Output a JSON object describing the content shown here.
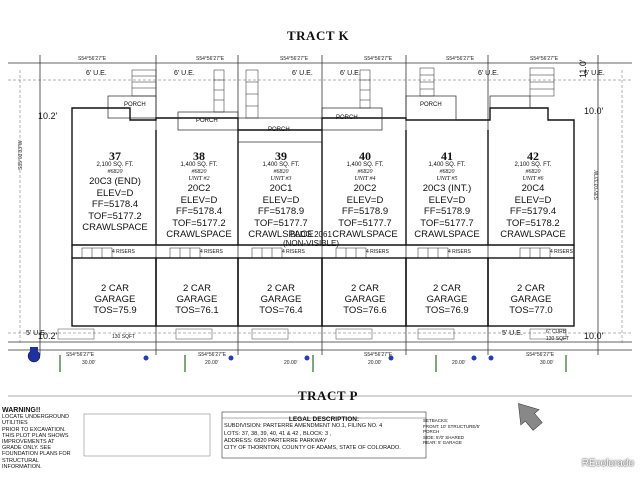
{
  "tract_top": "TRACT K",
  "tract_bottom": "TRACT P",
  "bearing_top": "S54°56'27\"E",
  "bearing_bottom": "S54°56'27\"E",
  "side_bearing": "S35°03'33\"W",
  "dim_30": "30.00'",
  "dim_20": "20.00'",
  "ue_label": "6' U.E.",
  "ue5_label": "5' U.E.",
  "porch_label": "PORCH",
  "risers_label": "4 RISERS",
  "setback_left_top": "10.2'",
  "setback_left_bottom": "10.2'",
  "setback_right_top": "10.0'",
  "setback_right_mid": "11.0'",
  "setback_right_bottom": "10.0'",
  "curb_label": "6\" CURB",
  "soft_label": "130 SQFT",
  "building": [
    "BLDG 2061",
    "(NON-VISIBLE)"
  ],
  "lots": [
    {
      "num": "37",
      "sqft": "2,100 SQ. FT.",
      "addr": "#6820",
      "unit": "",
      "model": "20C3 (END)",
      "elev": "ELEV=D",
      "ff": "FF=5178.4",
      "tof": "TOF=5177.2",
      "found": "CRAWLSPACE",
      "garage": "2 CAR",
      "garage2": "GARAGE",
      "tos": "TOS=75.9"
    },
    {
      "num": "38",
      "sqft": "1,400 SQ. FT.",
      "addr": "#6820",
      "unit": "UNIT #2",
      "model": "20C2",
      "elev": "ELEV=D",
      "ff": "FF=5178.4",
      "tof": "TOF=5177.2",
      "found": "CRAWLSPACE",
      "garage": "2 CAR",
      "garage2": "GARAGE",
      "tos": "TOS=76.1"
    },
    {
      "num": "39",
      "sqft": "1,400 SQ. FT.",
      "addr": "#6820",
      "unit": "UNIT #3",
      "model": "20C1",
      "elev": "ELEV=D",
      "ff": "FF=5178.9",
      "tof": "TOF=5177.7",
      "found": "CRAWLSPACE",
      "garage": "2 CAR",
      "garage2": "GARAGE",
      "tos": "TOS=76.4"
    },
    {
      "num": "40",
      "sqft": "1,400 SQ. FT.",
      "addr": "#6820",
      "unit": "UNIT #4",
      "model": "20C2",
      "elev": "ELEV=D",
      "ff": "FF=5178.9",
      "tof": "TOF=5177.7",
      "found": "CRAWLSPACE",
      "garage": "2 CAR",
      "garage2": "GARAGE",
      "tos": "TOS=76.6"
    },
    {
      "num": "41",
      "sqft": "1,400 SQ. FT.",
      "addr": "#6820",
      "unit": "UNIT #5",
      "model": "20C3 (INT.)",
      "elev": "ELEV=D",
      "ff": "FF=5178.9",
      "tof": "TOF=5177.7",
      "found": "CRAWLSPACE",
      "garage": "2 CAR",
      "garage2": "GARAGE",
      "tos": "TOS=76.9"
    },
    {
      "num": "42",
      "sqft": "2,100 SQ. FT.",
      "addr": "#6820",
      "unit": "UNIT #6",
      "model": "20C4",
      "elev": "ELEV=D",
      "ff": "FF=5179.4",
      "tof": "TOF=5178.2",
      "found": "CRAWLSPACE",
      "garage": "2 CAR",
      "garage2": "GARAGE",
      "tos": "TOS=77.0"
    }
  ],
  "warning": {
    "title": "WARNING!!",
    "lines": [
      "LOCATE UNDERGROUND UTILITIES",
      "PRIOR TO EXCAVATION.",
      "THIS PLOT PLAN SHOWS",
      "IMPROVEMENTS AT GRADE ONLY. SEE",
      "FOUNDATION PLANS FOR STRUCTURAL",
      "INFORMATION."
    ]
  },
  "legal": {
    "title": "LEGAL DESCRIPTION:",
    "lines": [
      "SUBDIVISION: PARTERRE AMENDMENT NO.1, FILING NO. 4",
      "LOTS: 37, 38, 39, 40, 41 & 42    , BLOCK: 3    ,",
      "ADDRESS: 6820 PARTERRE PARKWAY",
      "CITY OF THORNTON, COUNTY OF ADAMS, STATE OF COLORADO."
    ]
  },
  "setbacks": {
    "title": "SETBACKS:",
    "lines": [
      "FRONT: 10' STRUCTURE/5' PORCH",
      "SIDE: 5'/0' SHARED",
      "REAR: 5' GARAGE"
    ]
  },
  "watermark": "REcolorado"
}
